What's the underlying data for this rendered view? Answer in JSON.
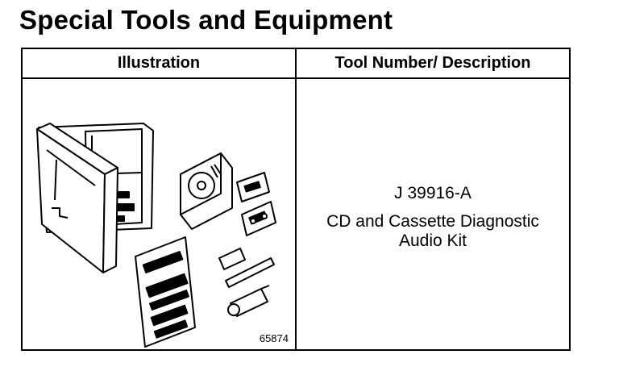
{
  "page": {
    "title": "Special Tools and Equipment"
  },
  "table": {
    "headers": {
      "illustration": "Illustration",
      "description": "Tool Number/ Description"
    },
    "rows": [
      {
        "figure_number": "65874",
        "tool_number": "J 39916-A",
        "description_lines": [
          "CD and Cassette Diagnostic",
          "Audio Kit"
        ]
      }
    ]
  },
  "illustration": {
    "icon": "cd-cassette-diagnostic-kit-illustration"
  }
}
